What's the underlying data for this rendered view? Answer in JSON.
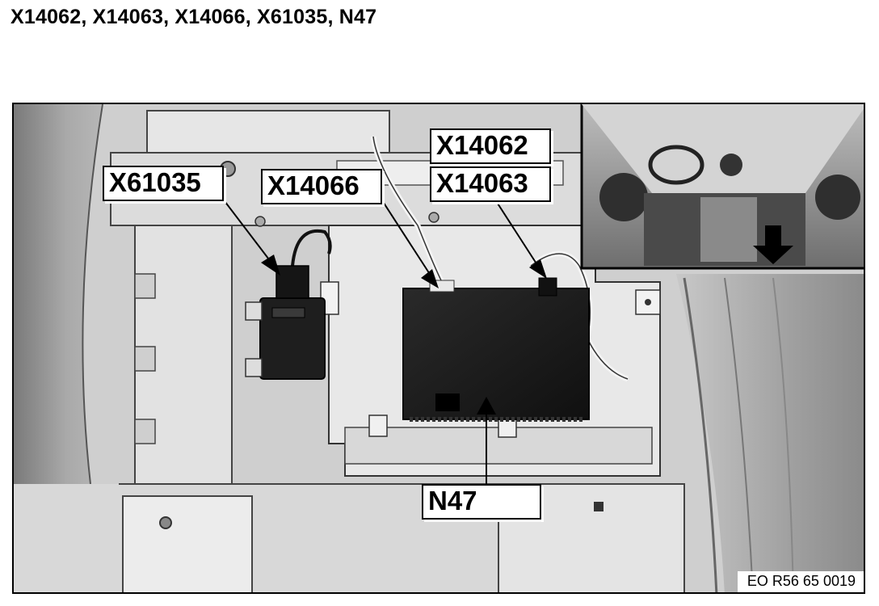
{
  "title": "X14062, X14063, X14066, X61035, N47",
  "callouts": {
    "x61035": "X61035",
    "x14066": "X14066",
    "x14062": "X14062",
    "x14063": "X14063",
    "n47": "N47"
  },
  "reference_code": "EO R56 65 0019"
}
